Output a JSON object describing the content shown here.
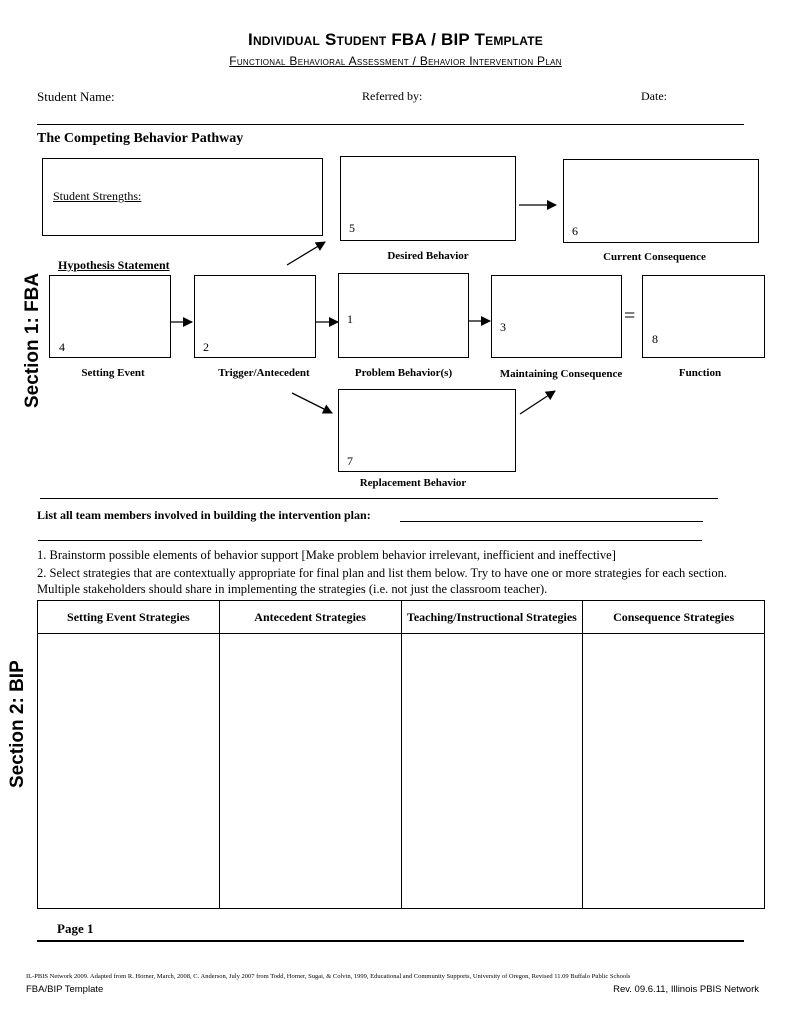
{
  "header": {
    "title": "Individual Student FBA / BIP Template",
    "subtitle": "Functional Behavioral  Assessment / Behavior Intervention Plan"
  },
  "fields": {
    "student_name": "Student Name:",
    "referred_by": "Referred by:",
    "date": "Date:"
  },
  "pathway": {
    "heading": "The Competing Behavior Pathway",
    "strengths_label": "Student Strengths:",
    "hypothesis_label": "Hypothesis Statement",
    "boxes": {
      "setting_event": {
        "num": "4",
        "label": "Setting Event"
      },
      "trigger": {
        "num": "2",
        "label": "Trigger/Antecedent"
      },
      "problem": {
        "num": "1",
        "label": "Problem Behavior(s)"
      },
      "maintaining": {
        "num": "3",
        "label": "Maintaining Consequence"
      },
      "function": {
        "num": "8",
        "label": "Function"
      },
      "desired": {
        "num": "5",
        "label": "Desired Behavior"
      },
      "current": {
        "num": "6",
        "label": "Current Consequence"
      },
      "replacement": {
        "num": "7",
        "label": "Replacement Behavior"
      }
    },
    "equals": "="
  },
  "sections": {
    "fba": "Section 1: FBA",
    "bip": "Section 2: BIP"
  },
  "team": {
    "label": "List all team members involved in building the intervention plan:"
  },
  "instructions": {
    "line1": "1. Brainstorm possible elements of behavior support [Make problem behavior irrelevant, inefficient and ineffective]",
    "line2": "2. Select strategies that are contextually appropriate for final plan and list them below. Try to have one or more strategies for each section. Multiple stakeholders should share in implementing the strategies (i.e. not just the classroom teacher)."
  },
  "strategies_table": {
    "headers": [
      "Setting Event Strategies",
      "Antecedent Strategies",
      "Teaching/Instructional Strategies",
      "Consequence Strategies"
    ]
  },
  "page": {
    "label": "Page 1"
  },
  "footer": {
    "citation": "IL-PBIS Network 2009. Adapted from R. Horner, March, 2008, C. Anderson, July 2007 from Todd, Horner, Sugai, & Colvin, 1999, Educational and Community Supports, University of Oregon, Revised 11.09 Buffalo Public Schools",
    "left": "FBA/BIP Template",
    "right": "Rev. 09.6.11, Illinois PBIS Network"
  }
}
